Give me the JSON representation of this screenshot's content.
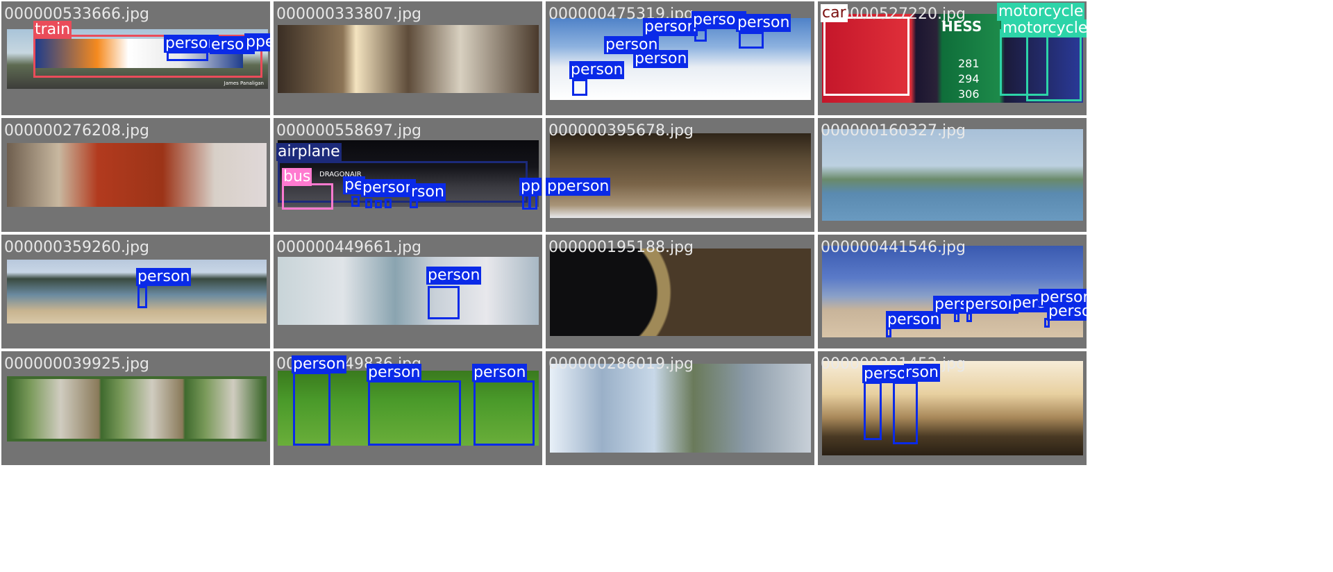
{
  "colors": {
    "person": "#0a2ae8",
    "train": "#ea4c5a",
    "car": "#ffffff",
    "motorcycle": "#2dd4a8",
    "airplane": "#1c2a7a",
    "bus": "#ff7ad0",
    "panel_bg": "#737373"
  },
  "tiles": [
    {
      "file": "000000533666.jpg",
      "watermark": "James Panaligan"
    },
    {
      "file": "000000333807.jpg"
    },
    {
      "file": "000000475319.jpg"
    },
    {
      "file": "000000527220.jpg",
      "sign_text": "HESS",
      "prices": [
        "281",
        "294",
        "306"
      ]
    },
    {
      "file": "000000276208.jpg"
    },
    {
      "file": "000000558697.jpg",
      "airline_text": "DRAGONAIR"
    },
    {
      "file": "000000395678.jpg"
    },
    {
      "file": "000000160327.jpg"
    },
    {
      "file": "000000359260.jpg"
    },
    {
      "file": "000000449661.jpg"
    },
    {
      "file": "000000195188.jpg"
    },
    {
      "file": "000000441546.jpg"
    },
    {
      "file": "000000039925.jpg"
    },
    {
      "file": "000000049836.jpg"
    },
    {
      "file": "000000286019.jpg"
    },
    {
      "file": "000000201452.jpg"
    }
  ],
  "labels": {
    "train": "train",
    "person": "person",
    "person_p1": "erson",
    "person_p2": "pperson",
    "car": "car",
    "motorcycle": "motorcycle",
    "airplane": "airplane",
    "bus": "bus",
    "pe": "pe",
    "rson": "rson",
    "pp": "pp",
    "pperson_right": "pperson",
    "pers": "pers",
    "on": "on"
  }
}
